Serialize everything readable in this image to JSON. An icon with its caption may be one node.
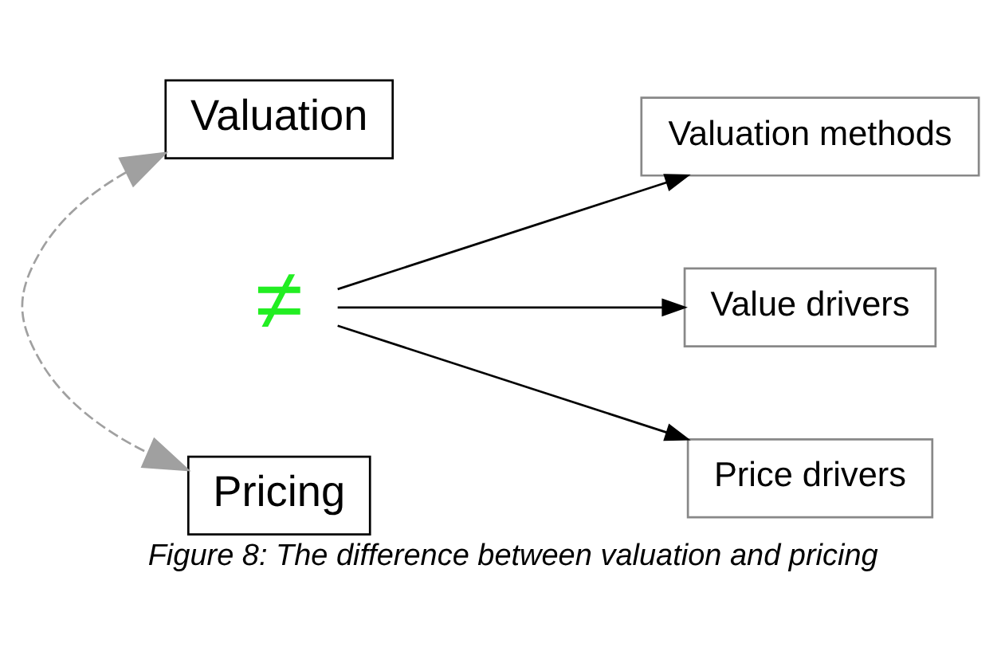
{
  "diagram": {
    "caption": "Figure 8: The difference between valuation and pricing",
    "nodes": [
      {
        "text": [
          "Valuation"
        ]
      },
      {
        "text": [
          "Pricing"
        ]
      },
      {
        "text": [
          "≠"
        ]
      },
      {
        "text": [
          "Valuation methods"
        ]
      },
      {
        "text": [
          "Value drivers"
        ]
      },
      {
        "text": [
          "Price drivers"
        ]
      }
    ],
    "edges": [
      {
        "from": 0,
        "to": 1,
        "arrow": "both",
        "style": "dashed",
        "color": "#a0a0a0"
      },
      {
        "from": 2,
        "to": 3,
        "arrow": "to"
      },
      {
        "from": 2,
        "to": 4,
        "arrow": "to"
      },
      {
        "from": 2,
        "to": 5,
        "arrow": "to"
      }
    ]
  }
}
